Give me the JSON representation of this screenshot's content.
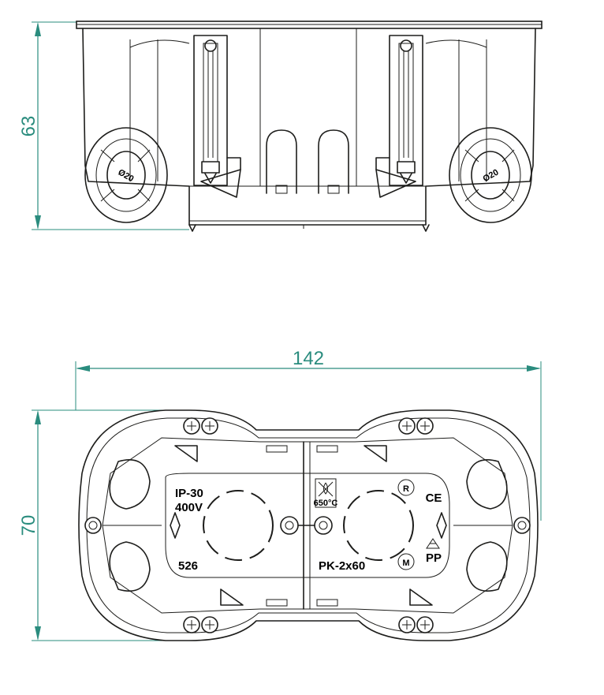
{
  "colors": {
    "dimension": "#2a8c7e",
    "outline": "#1d1d1b",
    "background": "#ffffff"
  },
  "dimensions": {
    "side_height": "63",
    "top_width": "142",
    "top_height": "70"
  },
  "side_view": {
    "entry_left_label": "Ø20",
    "entry_right_label": "Ø20"
  },
  "top_view": {
    "rating_line1": "IP-30",
    "rating_line2": "400V",
    "part_number": "526",
    "model": "PK-2x60",
    "fire_mark_text": "650°C",
    "mark_r": "R",
    "mark_ce": "CE",
    "mark_m": "M",
    "material": "PP"
  }
}
